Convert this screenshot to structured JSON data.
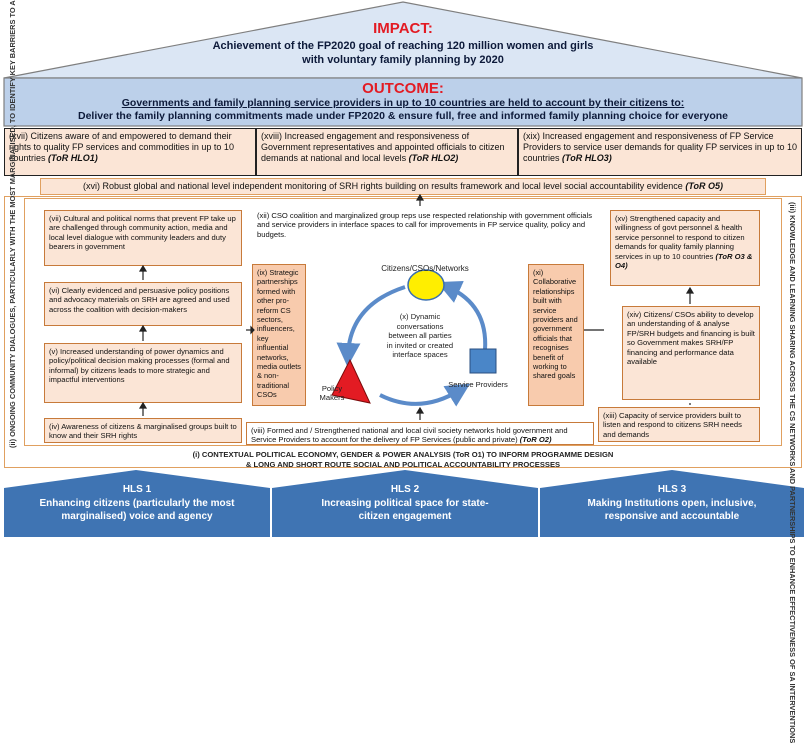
{
  "impact": {
    "title": "IMPACT:",
    "line1": "Achievement of the FP2020 goal of reaching 120 million women and girls",
    "line2": "with voluntary family planning by 2020"
  },
  "outcome": {
    "title": "OUTCOME:",
    "line1": "Governments and family planning service providers in up to 10 countries are held to account by their citizens to:",
    "line2": "Deliver the family planning commitments made under FP2020 & ensure full, free and informed family planning choice for everyone"
  },
  "hlo": [
    {
      "text": "(xvii) Citizens aware of and empowered to demand their rights to quality FP services and commodities in up to 10 countries",
      "tag": "(ToR HLO1)"
    },
    {
      "text": "(xviii) Increased engagement and responsiveness of Government representatives and appointed officials to citizen demands at national and local levels",
      "tag": "(ToR HLO2)"
    },
    {
      "text": "(xix) Increased engagement and responsiveness of FP Service Providers to service user demands for quality FP services in up to 10 countries",
      "tag": "(ToR HLO3)"
    }
  ],
  "monitoring": {
    "text": "(xvi) Robust global and national level independent monitoring of SRH rights building on results framework and local level social accountability evidence",
    "tag": "(ToR O5)"
  },
  "left_boxes": [
    "(vii) Cultural and political norms that prevent FP take up are challenged through community action, media and local level dialogue with community leaders and duty bearers in government",
    "(vi) Clearly evidenced and persuasive policy positions and advocacy materials on SRH are agreed and used across the coalition with decision-makers",
    "(v) Increased understanding of power dynamics and policy/political decision making processes (formal and informal) by citizens leads to more strategic and impactful interventions",
    "(iv) Awareness of citizens & marginalised groups built to know and their SRH rights"
  ],
  "center": {
    "top_box": "(xii) CSO coalition and marginalized group reps use respected relationship with government officials and service providers in interface spaces to call for improvements in FP service quality, policy and budgets.",
    "ix_box": "(ix) Strategic partnerships formed with other pro-reform CS sectors, influencers, key influential networks, media outlets & non-traditional CSOs",
    "xi_box": "(xi) Collaborative relationships built with service providers and government officials that recognises benefit of working to shared goals",
    "bottom_box": "(viii) Formed and / Strengthened national and local civil society networks hold government and Service Providers to account for the delivery of FP Services (public and private)",
    "bottom_tag": "(ToR O2)",
    "citizens_label": "Citizens/CSOs/Networks",
    "dynamic_text": "(x) Dynamic conversations between all parties in invited or created interface spaces",
    "policy_label": "Policy Makers",
    "service_label": "Service Providers"
  },
  "right_boxes": {
    "xv": "(xv) Strengthened capacity and willingness of govt personnel & health service personnel to respond to citizen demands for quality family planning services in up to 10 countries",
    "xv_tag": "(ToR O3 & O4)",
    "xiv": "(xiv) Citizens/ CSOs ability to develop an understanding of & analyse FP/SRH budgets and financing is built so Government makes SRH/FP financing and performance data available",
    "xiii": "(xiii) Capacity of service providers built to listen and respond to citizens SRH needs and demands"
  },
  "side_left": "(ii) ONGOING COMMUNITY DIALOGUES, PARTICULARLY WITH THE MOST MARGINALISED, TO IDENTIFY KEY BARRIERS TO ACCESS",
  "side_right": "(iii) KNOWLEDGE AND LEARNING SHARING ACROSS THE CS NETWORKS AND PARTNERSHIPS TO ENHANCE EFFECTIVENESS OF SA INTERVENTIONS",
  "context": {
    "line1": "(i) CONTEXTUAL POLITICAL ECONOMY, GENDER & POWER ANALYSIS (ToR O1) TO INFORM PROGRAMME DESIGN",
    "line2": "& LONG AND SHORT ROUTE SOCIAL AND POLITICAL ACCOUNTABILITY PROCESSES"
  },
  "hls": [
    {
      "title": "HLS 1",
      "text": "Enhancing citizens (particularly the most marginalised) voice and agency"
    },
    {
      "title": "HLS 2",
      "text": "Increasing political space for state-citizen engagement"
    },
    {
      "title": "HLS 3",
      "text": "Making Institutions open, inclusive, responsive and accountable"
    }
  ],
  "colors": {
    "roof_blue": "#dbe6f4",
    "outcome_blue": "#bcd0ea",
    "hls_blue": "#3f74b3",
    "box_fill": "#fbe5d6",
    "box_dark": "#f8cbad",
    "frame_orange": "#e0a060",
    "red": "#e31b23",
    "yellow": "#ffee00",
    "square_blue": "#4a86c8",
    "cycle_arrow": "#5b8bc9"
  }
}
